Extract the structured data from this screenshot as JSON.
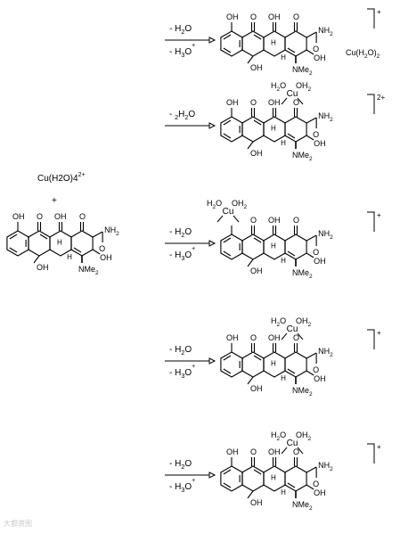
{
  "reactant": {
    "copper": "Cu(H2O)4",
    "copper_charge": "2+",
    "plus": "+"
  },
  "labels": {
    "OH": "OH",
    "O": "O",
    "NH2": "NH2",
    "NMe2": "NMe2",
    "H": "H",
    "Cu": "Cu",
    "OH2": "OH2",
    "H2O": "H2O",
    "Cu_H2O_2": "Cu(H2O)2"
  },
  "reactions": [
    {
      "cond1": "- H2O",
      "cond2": "- H3O+",
      "charge": "+"
    },
    {
      "cond1": "- 2H2O",
      "cond2": "",
      "charge": "2+"
    },
    {
      "cond1": "- H2O",
      "cond2": "- H3O+",
      "charge": "+"
    },
    {
      "cond1": "- H2O",
      "cond2": "- H3O+",
      "charge": "+"
    },
    {
      "cond1": "- H2O",
      "cond2": "- H3O+",
      "charge": "+"
    }
  ],
  "watermark": "大都资图"
}
